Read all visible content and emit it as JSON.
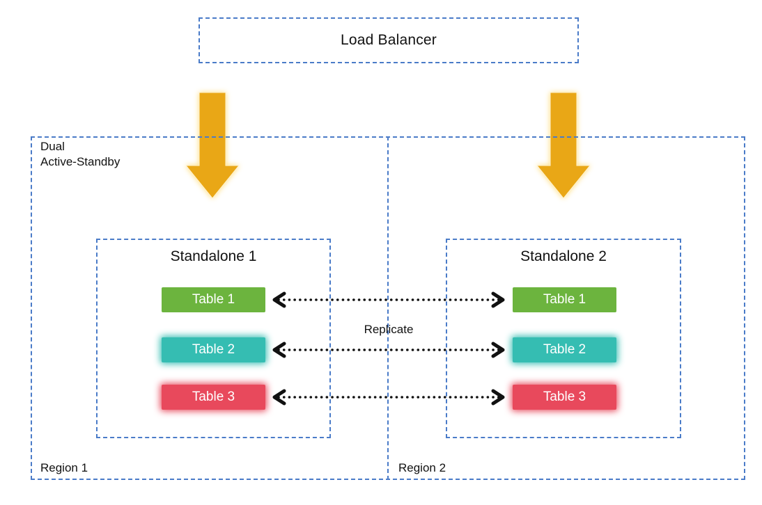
{
  "colors": {
    "dashed_border": "#4A7BC8",
    "arrow_gold": "#E9A716",
    "arrow_glow": "#FFDD7A",
    "dotted_arrow": "#111111",
    "table_text": "#FFFFFF"
  },
  "load_balancer": {
    "label": "Load Balancer"
  },
  "cluster": {
    "mode_label": "Dual\nActive-Standby",
    "replicate_label": "Replicate",
    "regions": [
      {
        "label": "Region 1"
      },
      {
        "label": "Region 2"
      }
    ]
  },
  "standalones": [
    {
      "title": "Standalone 1",
      "tables": [
        {
          "label": "Table 1",
          "color": "#6CB43E",
          "glow": false
        },
        {
          "label": "Table 2",
          "color": "#35BDB2",
          "glow": true
        },
        {
          "label": "Table 3",
          "color": "#E8495C",
          "glow": true
        }
      ]
    },
    {
      "title": "Standalone 2",
      "tables": [
        {
          "label": "Table 1",
          "color": "#6CB43E",
          "glow": false
        },
        {
          "label": "Table 2",
          "color": "#35BDB2",
          "glow": true
        },
        {
          "label": "Table 3",
          "color": "#E8495C",
          "glow": true
        }
      ]
    }
  ]
}
